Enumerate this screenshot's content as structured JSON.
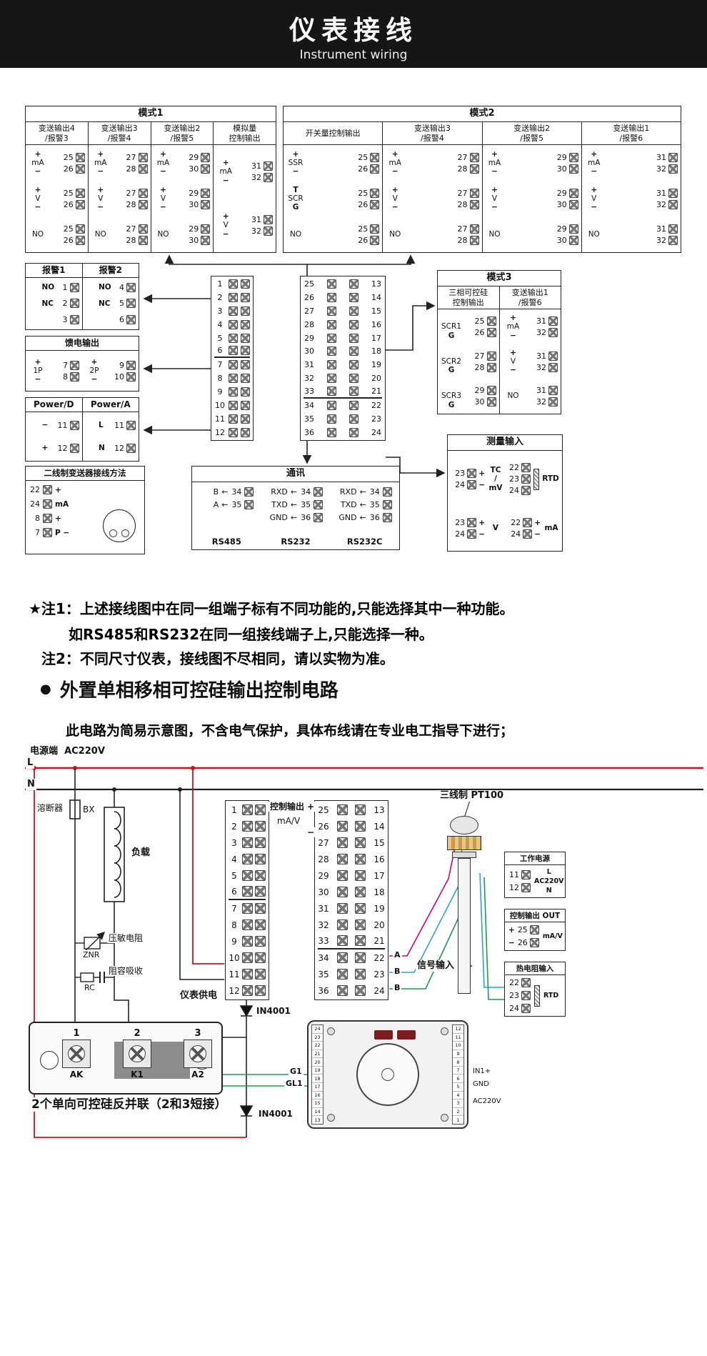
{
  "header": {
    "title": "仪表接线",
    "subtitle": "Instrument wiring"
  },
  "mode1": {
    "title": "模式1",
    "columns": [
      {
        "label1": "变送输出4",
        "label2": "/报警3",
        "groups": [
          {
            "top": "+",
            "label": "mA",
            "bot": "−",
            "t1": "25",
            "t2": "26"
          },
          {
            "top": "+",
            "label": "V",
            "bot": "−",
            "t1": "25",
            "t2": "26"
          },
          {
            "top": "",
            "label": "NO",
            "bot": "",
            "t1": "25",
            "t2": "26"
          }
        ]
      },
      {
        "label1": "变送输出3",
        "label2": "/报警4",
        "groups": [
          {
            "top": "+",
            "label": "mA",
            "bot": "−",
            "t1": "27",
            "t2": "28"
          },
          {
            "top": "+",
            "label": "V",
            "bot": "−",
            "t1": "27",
            "t2": "28"
          },
          {
            "top": "",
            "label": "NO",
            "bot": "",
            "t1": "27",
            "t2": "28"
          }
        ]
      },
      {
        "label1": "变送输出2",
        "label2": "/报警5",
        "groups": [
          {
            "top": "+",
            "label": "mA",
            "bot": "−",
            "t1": "29",
            "t2": "30"
          },
          {
            "top": "+",
            "label": "V",
            "bot": "−",
            "t1": "29",
            "t2": "30"
          },
          {
            "top": "",
            "label": "NO",
            "bot": "",
            "t1": "29",
            "t2": "30"
          }
        ]
      },
      {
        "label1": "模拟量",
        "label2": "控制输出",
        "groups": [
          {
            "top": "+",
            "label": "mA",
            "bot": "−",
            "t1": "31",
            "t2": "32"
          },
          {
            "top": "+",
            "label": "V",
            "bot": "−",
            "t1": "31",
            "t2": "32"
          }
        ]
      }
    ]
  },
  "mode2": {
    "title": "模式2",
    "columns": [
      {
        "label1": "开关量控制输出",
        "label2": "",
        "groups": [
          {
            "top": "+",
            "label": "SSR",
            "bot": "−",
            "t1": "25",
            "t2": "26"
          },
          {
            "top": "T",
            "label": "SCR",
            "bot": "G",
            "t1": "25",
            "t2": "26"
          },
          {
            "top": "",
            "label": "NO",
            "bot": "",
            "t1": "25",
            "t2": "26"
          }
        ]
      },
      {
        "label1": "变送输出3",
        "label2": "/报警4",
        "groups": [
          {
            "top": "+",
            "label": "mA",
            "bot": "−",
            "t1": "27",
            "t2": "28"
          },
          {
            "top": "+",
            "label": "V",
            "bot": "−",
            "t1": "27",
            "t2": "28"
          },
          {
            "top": "",
            "label": "NO",
            "bot": "",
            "t1": "27",
            "t2": "28"
          }
        ]
      },
      {
        "label1": "变送输出2",
        "label2": "/报警5",
        "groups": [
          {
            "top": "+",
            "label": "mA",
            "bot": "−",
            "t1": "29",
            "t2": "30"
          },
          {
            "top": "+",
            "label": "V",
            "bot": "−",
            "t1": "29",
            "t2": "30"
          },
          {
            "top": "",
            "label": "NO",
            "bot": "",
            "t1": "29",
            "t2": "30"
          }
        ]
      },
      {
        "label1": "变送输出1",
        "label2": "/报警6",
        "groups": [
          {
            "top": "+",
            "label": "mA",
            "bot": "−",
            "t1": "31",
            "t2": "32"
          },
          {
            "top": "+",
            "label": "V",
            "bot": "−",
            "t1": "31",
            "t2": "32"
          },
          {
            "top": "",
            "label": "NO",
            "bot": "",
            "t1": "31",
            "t2": "32"
          }
        ]
      }
    ]
  },
  "mode3": {
    "title": "模式3",
    "columns": [
      {
        "label1": "三相可控硅",
        "label2": "控制输出",
        "groups": [
          {
            "top": "",
            "label": "SCR1",
            "bot": "G",
            "t1": "25",
            "t2": "26"
          },
          {
            "top": "",
            "label": "SCR2",
            "bot": "G",
            "t1": "27",
            "t2": "28"
          },
          {
            "top": "",
            "label": "SCR3",
            "bot": "G",
            "t1": "29",
            "t2": "30"
          }
        ]
      },
      {
        "label1": "变送输出1",
        "label2": "/报警6",
        "groups": [
          {
            "top": "+",
            "label": "mA",
            "bot": "−",
            "t1": "31",
            "t2": "32"
          },
          {
            "top": "+",
            "label": "V",
            "bot": "−",
            "t1": "31",
            "t2": "32"
          },
          {
            "top": "",
            "label": "NO",
            "bot": "",
            "t1": "31",
            "t2": "32"
          }
        ]
      }
    ]
  },
  "alarm": {
    "h1": "报警1",
    "h2": "报警2",
    "a1": [
      {
        "c": "NO",
        "n": "1"
      },
      {
        "c": "NC",
        "n": "2"
      },
      {
        "c": "",
        "n": "3"
      }
    ],
    "a2": [
      {
        "c": "NO",
        "n": "4"
      },
      {
        "c": "NC",
        "n": "5"
      },
      {
        "c": "",
        "n": "6"
      }
    ]
  },
  "feed": {
    "title": "馈电输出",
    "pairs": [
      {
        "top": "+",
        "label": "1P",
        "bot": "−",
        "t1": "7",
        "t2": "8"
      },
      {
        "top": "+",
        "label": "2P",
        "bot": "−",
        "t1": "9",
        "t2": "10"
      }
    ]
  },
  "power": {
    "h1": "Power/D",
    "h2": "Power/A",
    "d": [
      {
        "c": "−",
        "n": "11"
      },
      {
        "c": "+",
        "n": "12"
      }
    ],
    "a": [
      {
        "c": "L",
        "n": "11"
      },
      {
        "c": "N",
        "n": "12"
      }
    ]
  },
  "twowire": {
    "title": "二线制变送器接线方法",
    "rows": [
      {
        "n": "22",
        "c": "+"
      },
      {
        "n": "24",
        "c": "mA"
      },
      {
        "n": "8",
        "c": "+"
      },
      {
        "n": "7",
        "c": "P −"
      }
    ]
  },
  "center_block": {
    "left_rows": [
      {
        "n": "1"
      },
      {
        "n": "2"
      },
      {
        "n": "3"
      },
      {
        "n": "4"
      },
      {
        "n": "5"
      },
      {
        "n": "6"
      },
      {
        "n": "7"
      },
      {
        "n": "8"
      },
      {
        "n": "9"
      },
      {
        "n": "10"
      },
      {
        "n": "11"
      },
      {
        "n": "12"
      }
    ],
    "right_rows": [
      {
        "l": "25",
        "r": "13"
      },
      {
        "l": "26",
        "r": "14"
      },
      {
        "l": "27",
        "r": "15"
      },
      {
        "l": "28",
        "r": "16"
      },
      {
        "l": "29",
        "r": "17"
      },
      {
        "l": "30",
        "r": "18"
      },
      {
        "l": "31",
        "r": "19"
      },
      {
        "l": "32",
        "r": "20"
      },
      {
        "l": "33",
        "r": "21"
      },
      {
        "l": "34",
        "r": "22"
      },
      {
        "l": "35",
        "r": "23"
      },
      {
        "l": "36",
        "r": "24"
      }
    ]
  },
  "comm": {
    "title": "通讯",
    "arrow": "←",
    "cols": [
      {
        "label": "RS485",
        "rows": [
          {
            "sig": "B",
            "n": "34"
          },
          {
            "sig": "A",
            "n": "35"
          }
        ]
      },
      {
        "label": "RS232",
        "rows": [
          {
            "sig": "RXD",
            "n": "34"
          },
          {
            "sig": "TXD",
            "n": "35"
          },
          {
            "sig": "GND",
            "n": "36"
          }
        ]
      },
      {
        "label": "RS232C",
        "rows": [
          {
            "sig": "RXD",
            "n": "34"
          },
          {
            "sig": "TXD",
            "n": "35"
          },
          {
            "sig": "GND",
            "n": "36"
          }
        ]
      }
    ]
  },
  "measure": {
    "title": "测量输入",
    "tc": {
      "rows": [
        {
          "n": "23",
          "c": "+"
        },
        {
          "n": "24",
          "c": "−"
        }
      ],
      "l1": "TC",
      "l2": "/",
      "l3": "mV"
    },
    "rtd": {
      "rows": [
        {
          "n": "22",
          "c": ""
        },
        {
          "n": "23",
          "c": ""
        },
        {
          "n": "24",
          "c": ""
        }
      ],
      "label": "RTD"
    },
    "volt": {
      "rows": [
        {
          "n": "23",
          "c": "+"
        },
        {
          "n": "24",
          "c": "−"
        }
      ],
      "label": "V"
    },
    "amp": {
      "rows": [
        {
          "n": "22",
          "c": "+"
        },
        {
          "n": "24",
          "c": "−"
        }
      ],
      "label": "mA"
    }
  },
  "notes": {
    "n1": "★注1：上述接线图中在同一组端子标有不同功能的,只能选择其中一种功能。",
    "n1b": "如RS485和RS232在同一组接线端子上,只能选择一种。",
    "n2": "注2：不同尺寸仪表，接线图不尽相同，请以实物为准。"
  },
  "section": {
    "bullet": "●",
    "title": "外置单相移相可控硅输出控制电路",
    "subtitle": "此电路为简易示意图，不含电气保护，具体布线请在专业电工指导下进行；"
  },
  "circuit": {
    "power_label": "电源端",
    "voltage": "AC220V",
    "l": "L",
    "n": "N",
    "fuse_label": "溶断器",
    "fuse_code": "BX",
    "load": "负载",
    "znr_label": "压敏电阻",
    "znr": "ZNR",
    "rc_label": "阻容吸收",
    "rc": "RC",
    "ctrl_label": "控制输出",
    "ctrl_plus": "+",
    "ctrl_sig": "mA/V",
    "ctrl_minus": "−",
    "pt100": "三线制 PT100",
    "supply": "仪表供电",
    "signal": "信号输入",
    "diode1": "IN4001",
    "diode2": "IN4001",
    "wire_labels": [
      "A",
      "B",
      "B"
    ],
    "scr": {
      "terms": [
        {
          "n": "1",
          "label": "AK"
        },
        {
          "n": "2",
          "label": "K1"
        },
        {
          "n": "3",
          "label": "A2"
        }
      ],
      "caption": "2个单向可控硅反并联（2和3短接）"
    },
    "boxes": {
      "work": {
        "title": "工作电源",
        "t1": "11",
        "t2": "12",
        "l": "L",
        "v": "AC220V",
        "n": "N"
      },
      "out": {
        "title": "控制输出 OUT",
        "plus": "+",
        "t1": "25",
        "t2": "26",
        "sig": "mA/V",
        "minus": "−"
      },
      "rtd": {
        "title": "热电阻输入",
        "t1": "22",
        "t2": "23",
        "t3": "24",
        "label": "RTD"
      }
    },
    "device": {
      "left_nums": [
        "24",
        "23",
        "22",
        "21",
        "20",
        "19",
        "18",
        "17",
        "16",
        "15",
        "14",
        "13"
      ],
      "right_nums": [
        "12",
        "11",
        "10",
        "9",
        "8",
        "7",
        "6",
        "5",
        "4",
        "3",
        "2",
        "1"
      ],
      "g1": "G1",
      "gl1": "GL1",
      "in1": "IN1+",
      "gnd": "GND",
      "ac": "AC220V"
    }
  }
}
